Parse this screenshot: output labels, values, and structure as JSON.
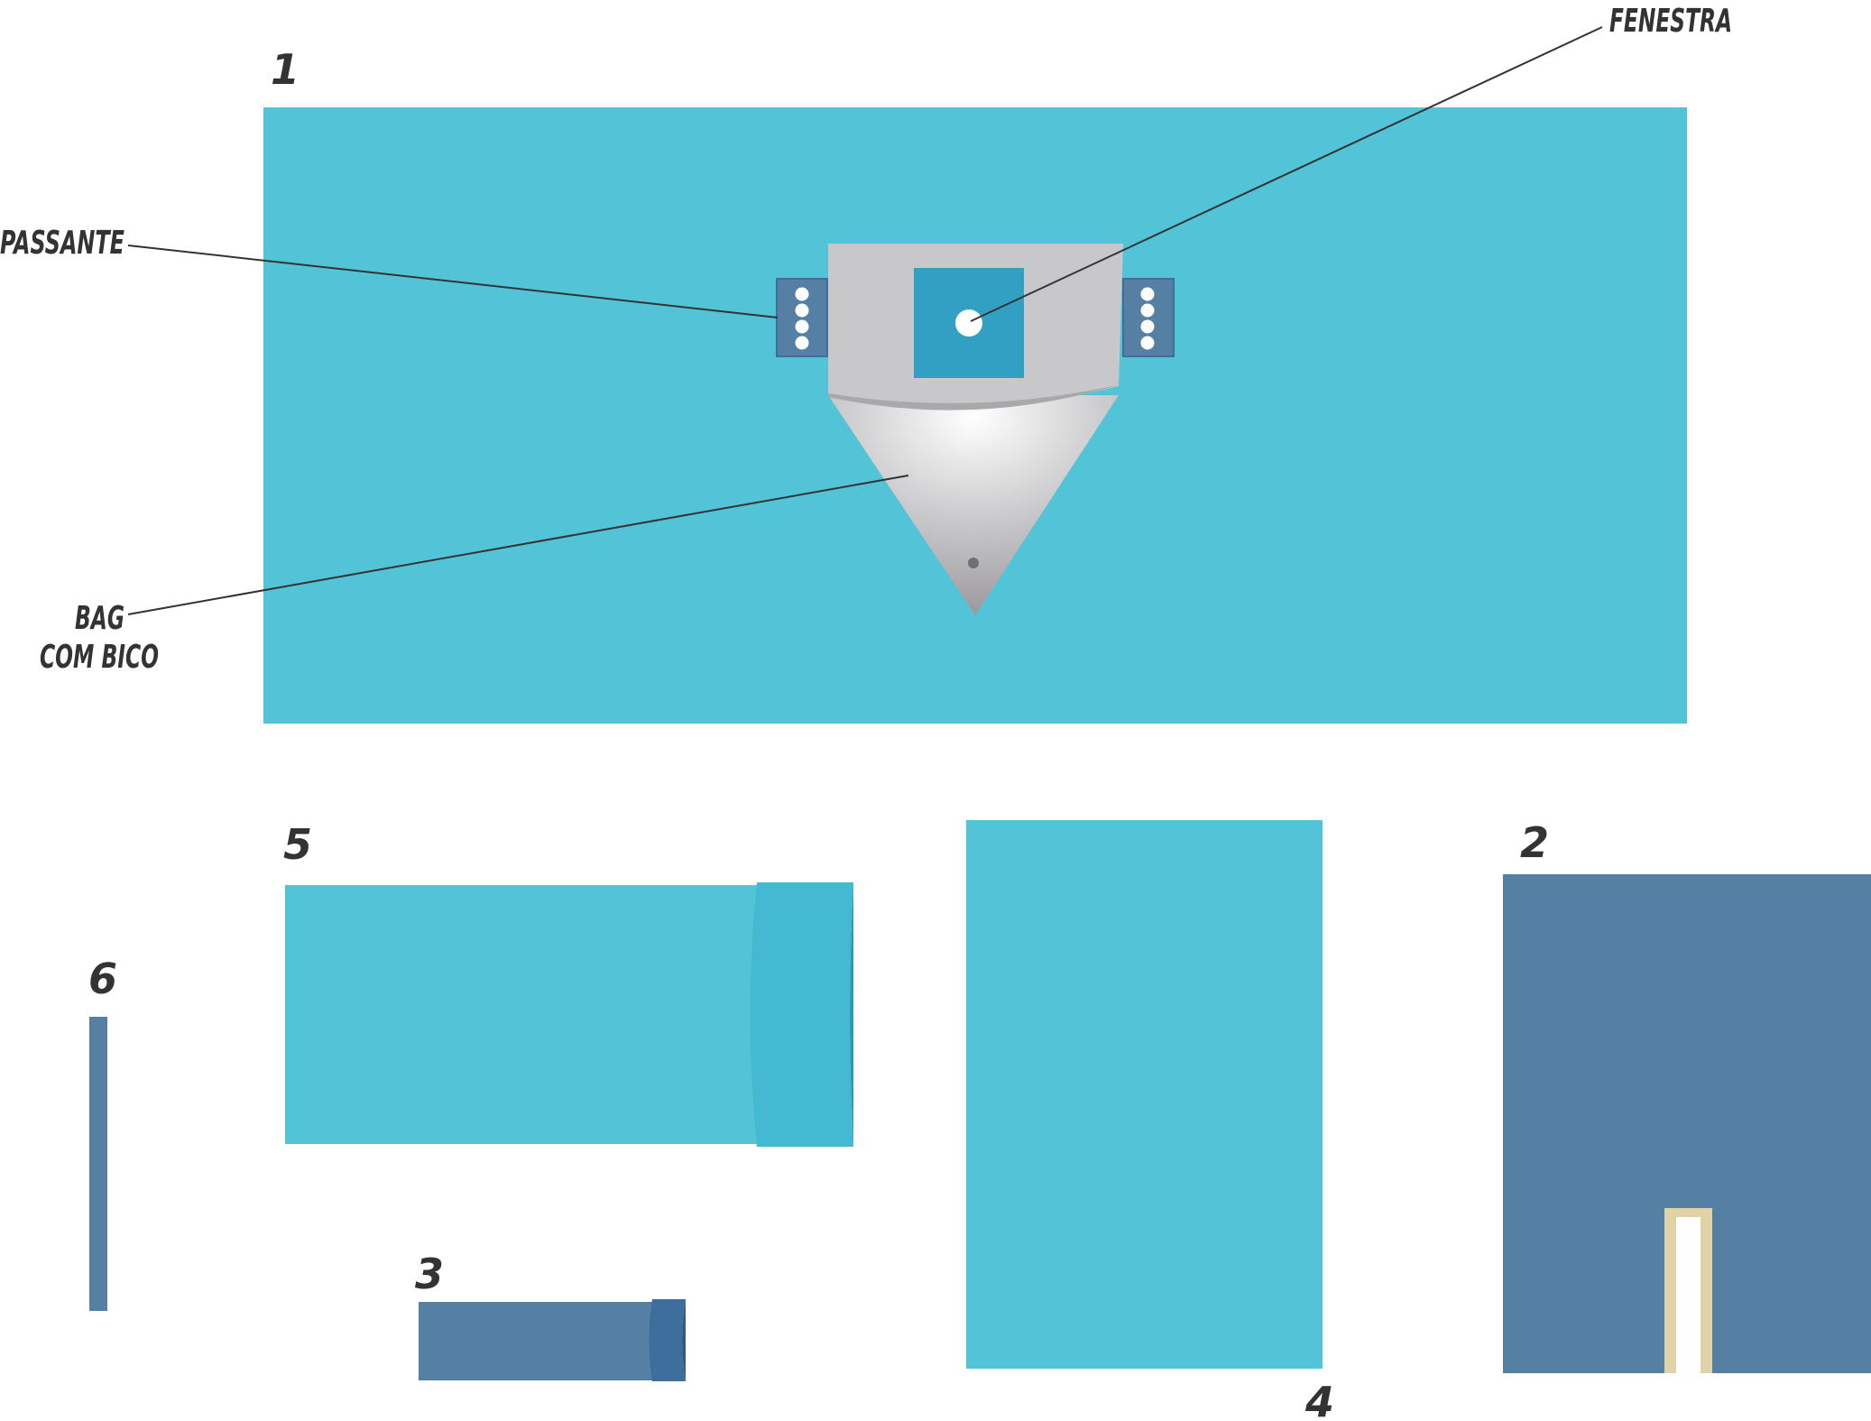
{
  "labels": {
    "fenestra": "FENESTRA",
    "passante": "PASSANTE",
    "bag_line1": "BAG",
    "bag_line2": "COM BICO"
  },
  "items": {
    "item1": "1",
    "item2": "2",
    "item3": "3",
    "item4": "4",
    "item5": "5",
    "item6": "6"
  },
  "colors": {
    "light_blue": "#53c4d8",
    "mid_blue": "#31a0c2",
    "slate_blue": "#5580a4",
    "dark_blue": "#3e6e9c",
    "teal_cuff": "#44bad2",
    "gray_panel": "#c8c8ca",
    "beige_slit": "#e1d3a7",
    "text": "#333333",
    "line": "#333333"
  }
}
